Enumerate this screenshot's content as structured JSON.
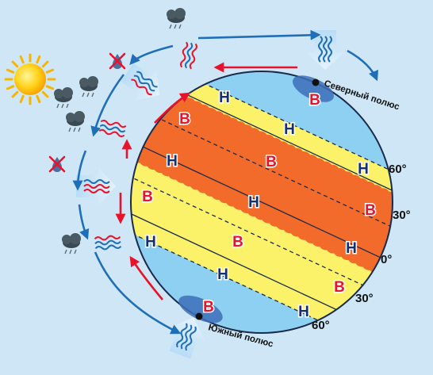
{
  "pressure": {
    "low": "Н",
    "high": "В"
  },
  "latitudes": {
    "lat60_top": "60°",
    "lat30_top": "30°",
    "equator": "0°",
    "lat30_bottom": "30°",
    "lat60_bottom": "60°"
  },
  "poles": {
    "north": "Северный полюс",
    "south": "Южный полюс"
  },
  "colors": {
    "background": "#cfe6f7",
    "polar": "#8ed0f2",
    "temperate": "#fbf26a",
    "tropical": "#f36b2a",
    "high_pressure": "#e8132b",
    "low_pressure": "#16306e",
    "cold_flow": "#1f6fb8",
    "warm_flow": "#e8132b"
  },
  "icons": [
    "sun-icon",
    "rain-cloud-icon",
    "no-rain-icon"
  ]
}
